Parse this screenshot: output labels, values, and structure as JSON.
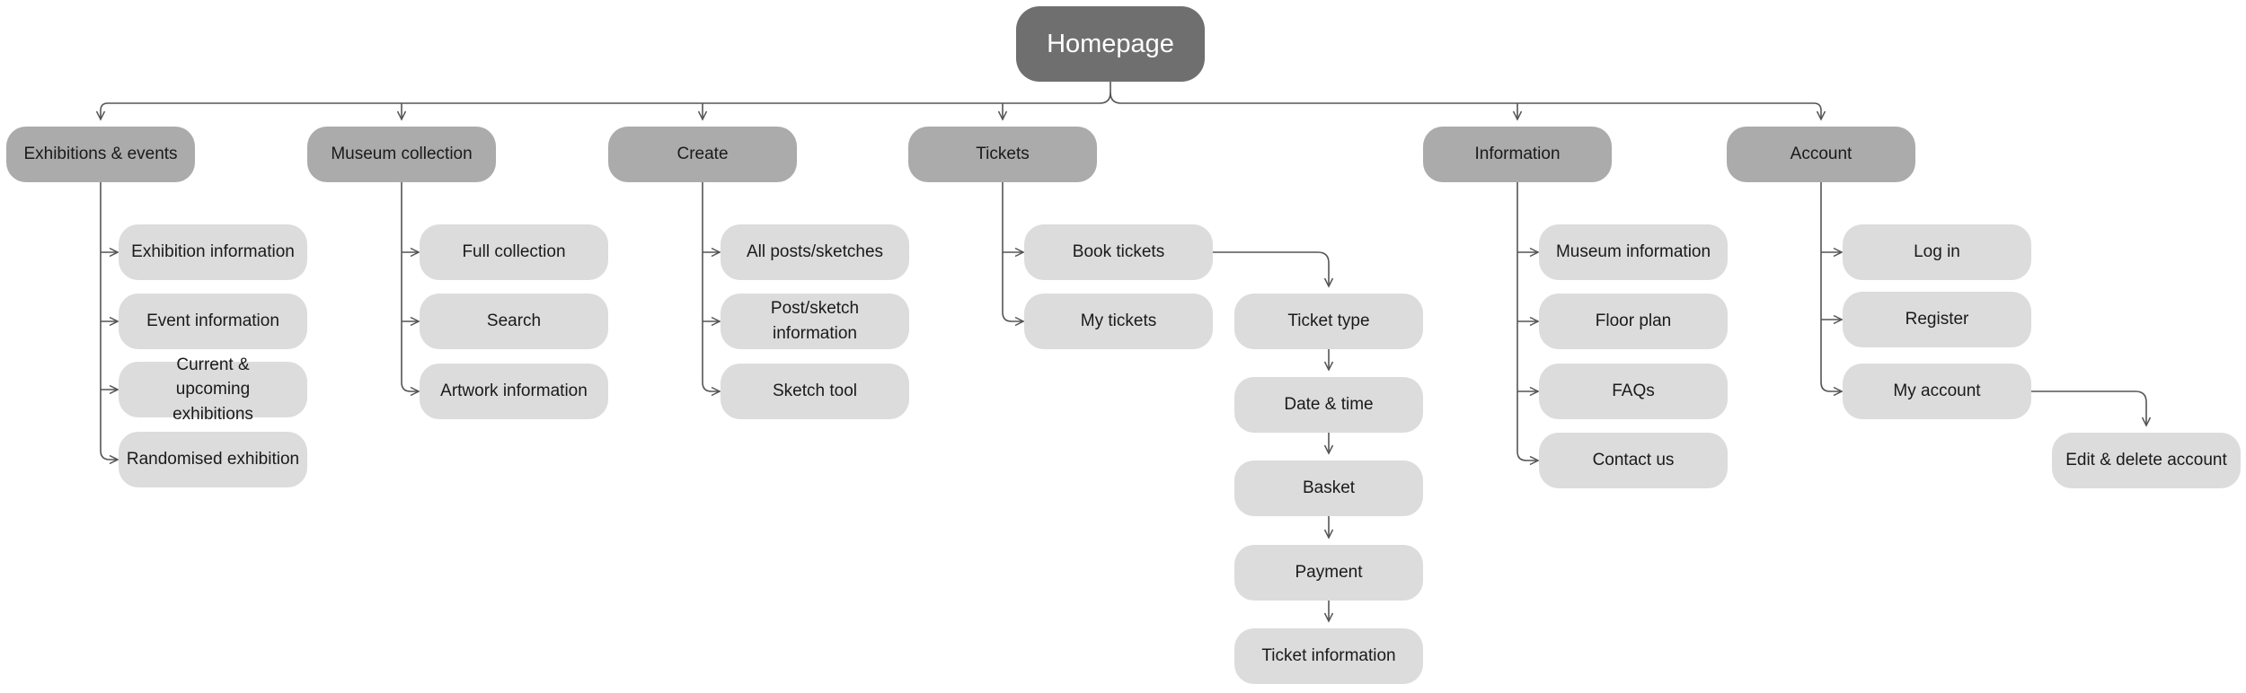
{
  "root": {
    "label": "Homepage"
  },
  "sections": [
    {
      "label": "Exhibitions & events",
      "items": [
        "Exhibition information",
        "Event information",
        "Current & upcoming exhibitions",
        "Randomised exhibition"
      ]
    },
    {
      "label": "Museum collection",
      "items": [
        "Full collection",
        "Search",
        "Artwork information"
      ]
    },
    {
      "label": "Create",
      "items": [
        "All posts/sketches",
        "Post/sketch information",
        "Sketch tool"
      ]
    },
    {
      "label": "Tickets",
      "items": [
        "Book tickets",
        "My tickets"
      ],
      "flow": [
        "Ticket type",
        "Date & time",
        "Basket",
        "Payment",
        "Ticket information"
      ]
    },
    {
      "label": "Information",
      "items": [
        "Museum information",
        "Floor plan",
        "FAQs",
        "Contact us"
      ]
    },
    {
      "label": "Account",
      "items": [
        "Log in",
        "Register",
        "My account"
      ],
      "sub": [
        "Edit & delete account"
      ]
    }
  ],
  "colors": {
    "root": "#6f6f6f",
    "section": "#ababab",
    "item": "#dcdcdc",
    "line": "#555555"
  }
}
